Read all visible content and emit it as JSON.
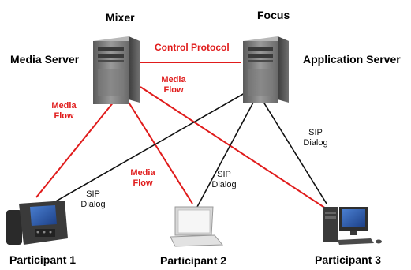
{
  "titles": {
    "mixer": "Mixer",
    "focus": "Focus"
  },
  "servers": {
    "media": "Media Server",
    "application": "Application Server"
  },
  "control_protocol": "Control Protocol",
  "media_flow": {
    "line1": "Media",
    "line2": "Flow"
  },
  "sip_dialog": {
    "line1": "SIP",
    "line2": "Dialog"
  },
  "participants": [
    "Participant 1",
    "Participant 2",
    "Participant 3"
  ],
  "colors": {
    "media": "#e01b1b",
    "sip": "#111111",
    "server": "#6c6c6c"
  },
  "icons": [
    "server-icon",
    "ip-phone-icon",
    "laptop-icon",
    "desktop-computer-icon"
  ]
}
